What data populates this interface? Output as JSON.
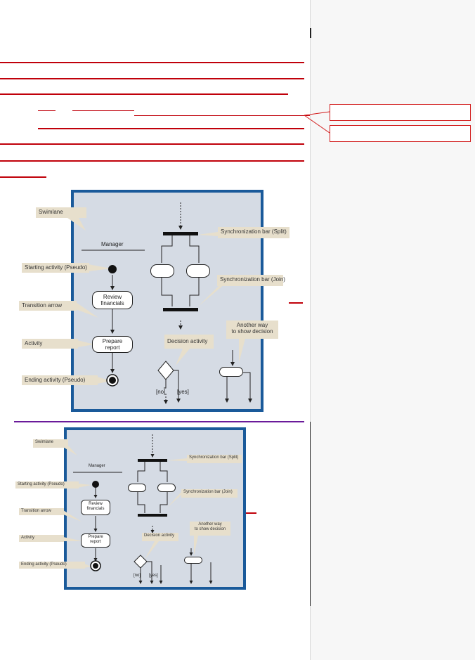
{
  "figure_top": {
    "swimlane": "Swimlane",
    "manager": "Manager",
    "starting_activity": "Starting activity (Pseudo)",
    "review_node": "Review\nfinancials",
    "transition_arrow": "Transition arrow",
    "prepare_node": "Prepare\nreport",
    "activity": "Activity",
    "ending_activity": "Ending activity (Pseudo)",
    "sync_split": "Synchronization bar (Split)",
    "sync_join": "Synchronization bar (Join)",
    "decision_activity": "Decision activity",
    "another_way": "Another way\nto show decision",
    "guard_no": "[no]",
    "guard_yes": "[yes]"
  },
  "figure_bottom": {
    "swimlane": "Swimlane",
    "manager": "Manager",
    "starting_activity": "Starting activity (Pseudo)",
    "review_node": "Review\nfinancials",
    "transition_arrow": "Transition arrow",
    "prepare_node": "Prepare\nreport",
    "activity": "Activity",
    "ending_activity": "Ending activity (Pseudo)",
    "sync_split": "Synchronization bar (Split)",
    "sync_join": "Synchronization bar (Join)",
    "decision_activity": "Decision activity",
    "another_way": "Another way\nto show decision",
    "guard_no": "[no]",
    "guard_yes": "[yes]"
  },
  "colors": {
    "revision": "#c0000a",
    "frame": "#1a5a9a",
    "divider": "#6a1b9a"
  }
}
